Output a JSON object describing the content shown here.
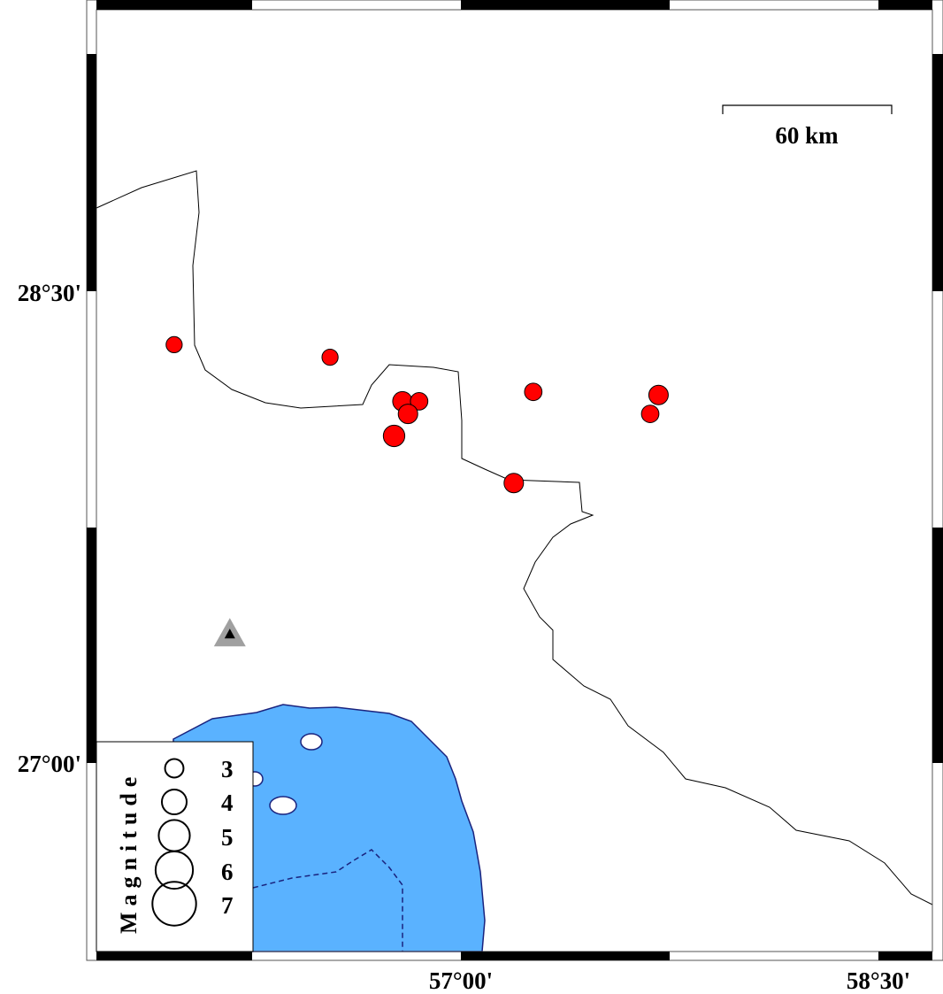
{
  "map": {
    "axis_labels": {
      "left": [
        "28°30'",
        "27°00'"
      ],
      "bottom": [
        "57°00'",
        "58°30'"
      ]
    },
    "scale_bar": {
      "label": "60 km"
    },
    "legend": {
      "title": "Magnitude",
      "entries": [
        "3",
        "4",
        "5",
        "6",
        "7"
      ],
      "magnitudes": [
        3,
        4,
        5,
        6,
        7
      ]
    },
    "colors": {
      "event": "#ff0000",
      "water": "#5ab2ff",
      "coastline": "#1a237e",
      "station": "#000000",
      "station_halo": "#a0a0a0"
    },
    "events": [
      {
        "lon": 55.97,
        "lat": 28.33,
        "mag": 2.5
      },
      {
        "lon": 56.53,
        "lat": 28.29,
        "mag": 2.5
      },
      {
        "lon": 56.79,
        "lat": 28.15,
        "mag": 3.0
      },
      {
        "lon": 56.85,
        "lat": 28.15,
        "mag": 2.7
      },
      {
        "lon": 56.81,
        "lat": 28.11,
        "mag": 3.0
      },
      {
        "lon": 56.76,
        "lat": 28.04,
        "mag": 3.3
      },
      {
        "lon": 57.26,
        "lat": 28.18,
        "mag": 2.7
      },
      {
        "lon": 57.71,
        "lat": 28.17,
        "mag": 3.0
      },
      {
        "lon": 57.68,
        "lat": 28.11,
        "mag": 2.7
      },
      {
        "lon": 57.19,
        "lat": 27.89,
        "mag": 3.0
      }
    ],
    "station": {
      "lon": 56.17,
      "lat": 27.41
    }
  }
}
